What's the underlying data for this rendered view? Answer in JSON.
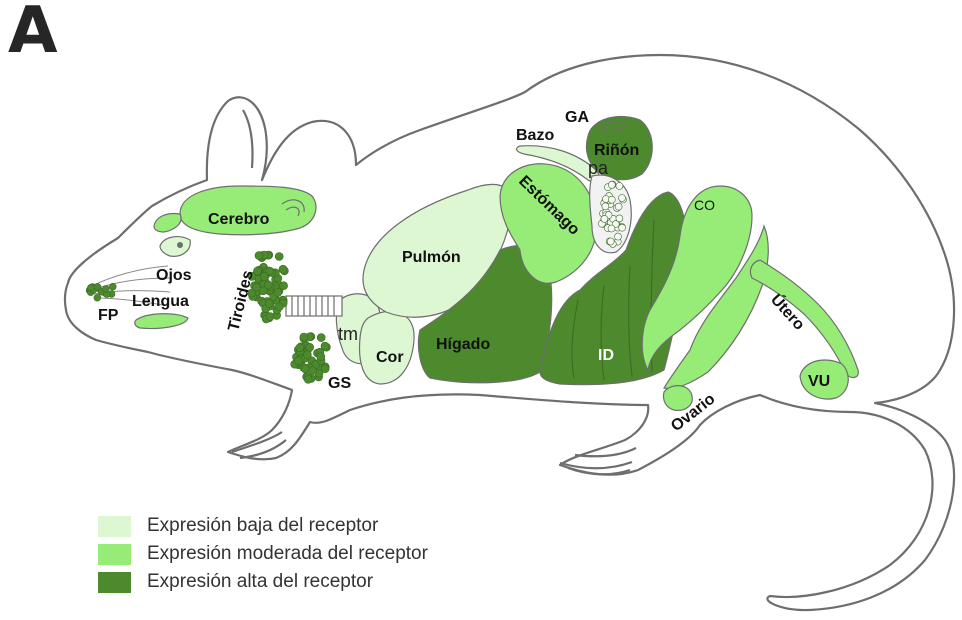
{
  "panel_label": "A",
  "colors": {
    "outline": "#6e6e6e",
    "low": "#dcf7d2",
    "moderate": "#97ec78",
    "high": "#4d8a2e",
    "label_text": "#111111"
  },
  "legend": [
    {
      "level": "low",
      "text": "Expresión baja  del receptor"
    },
    {
      "level": "moderate",
      "text": "Expresión moderada del receptor"
    },
    {
      "level": "high",
      "text": "Expresión alta del receptor"
    }
  ],
  "organs": {
    "fp": "FP",
    "lengua": "Lengua",
    "ojos": "Ojos",
    "cerebro": "Cerebro",
    "tiroides": "Tiroides",
    "gs": "GS",
    "tm": "tm",
    "cor": "Cor",
    "pulmon": "Pulmón",
    "higado": "Hígado",
    "bazo": "Bazo",
    "ga": "GA",
    "rinon": "Riñón",
    "pa": "pa",
    "estomago": "Estómago",
    "id": "ID",
    "co": "CO",
    "utero": "Útero",
    "ovario": "Ovario",
    "vu": "VU"
  }
}
